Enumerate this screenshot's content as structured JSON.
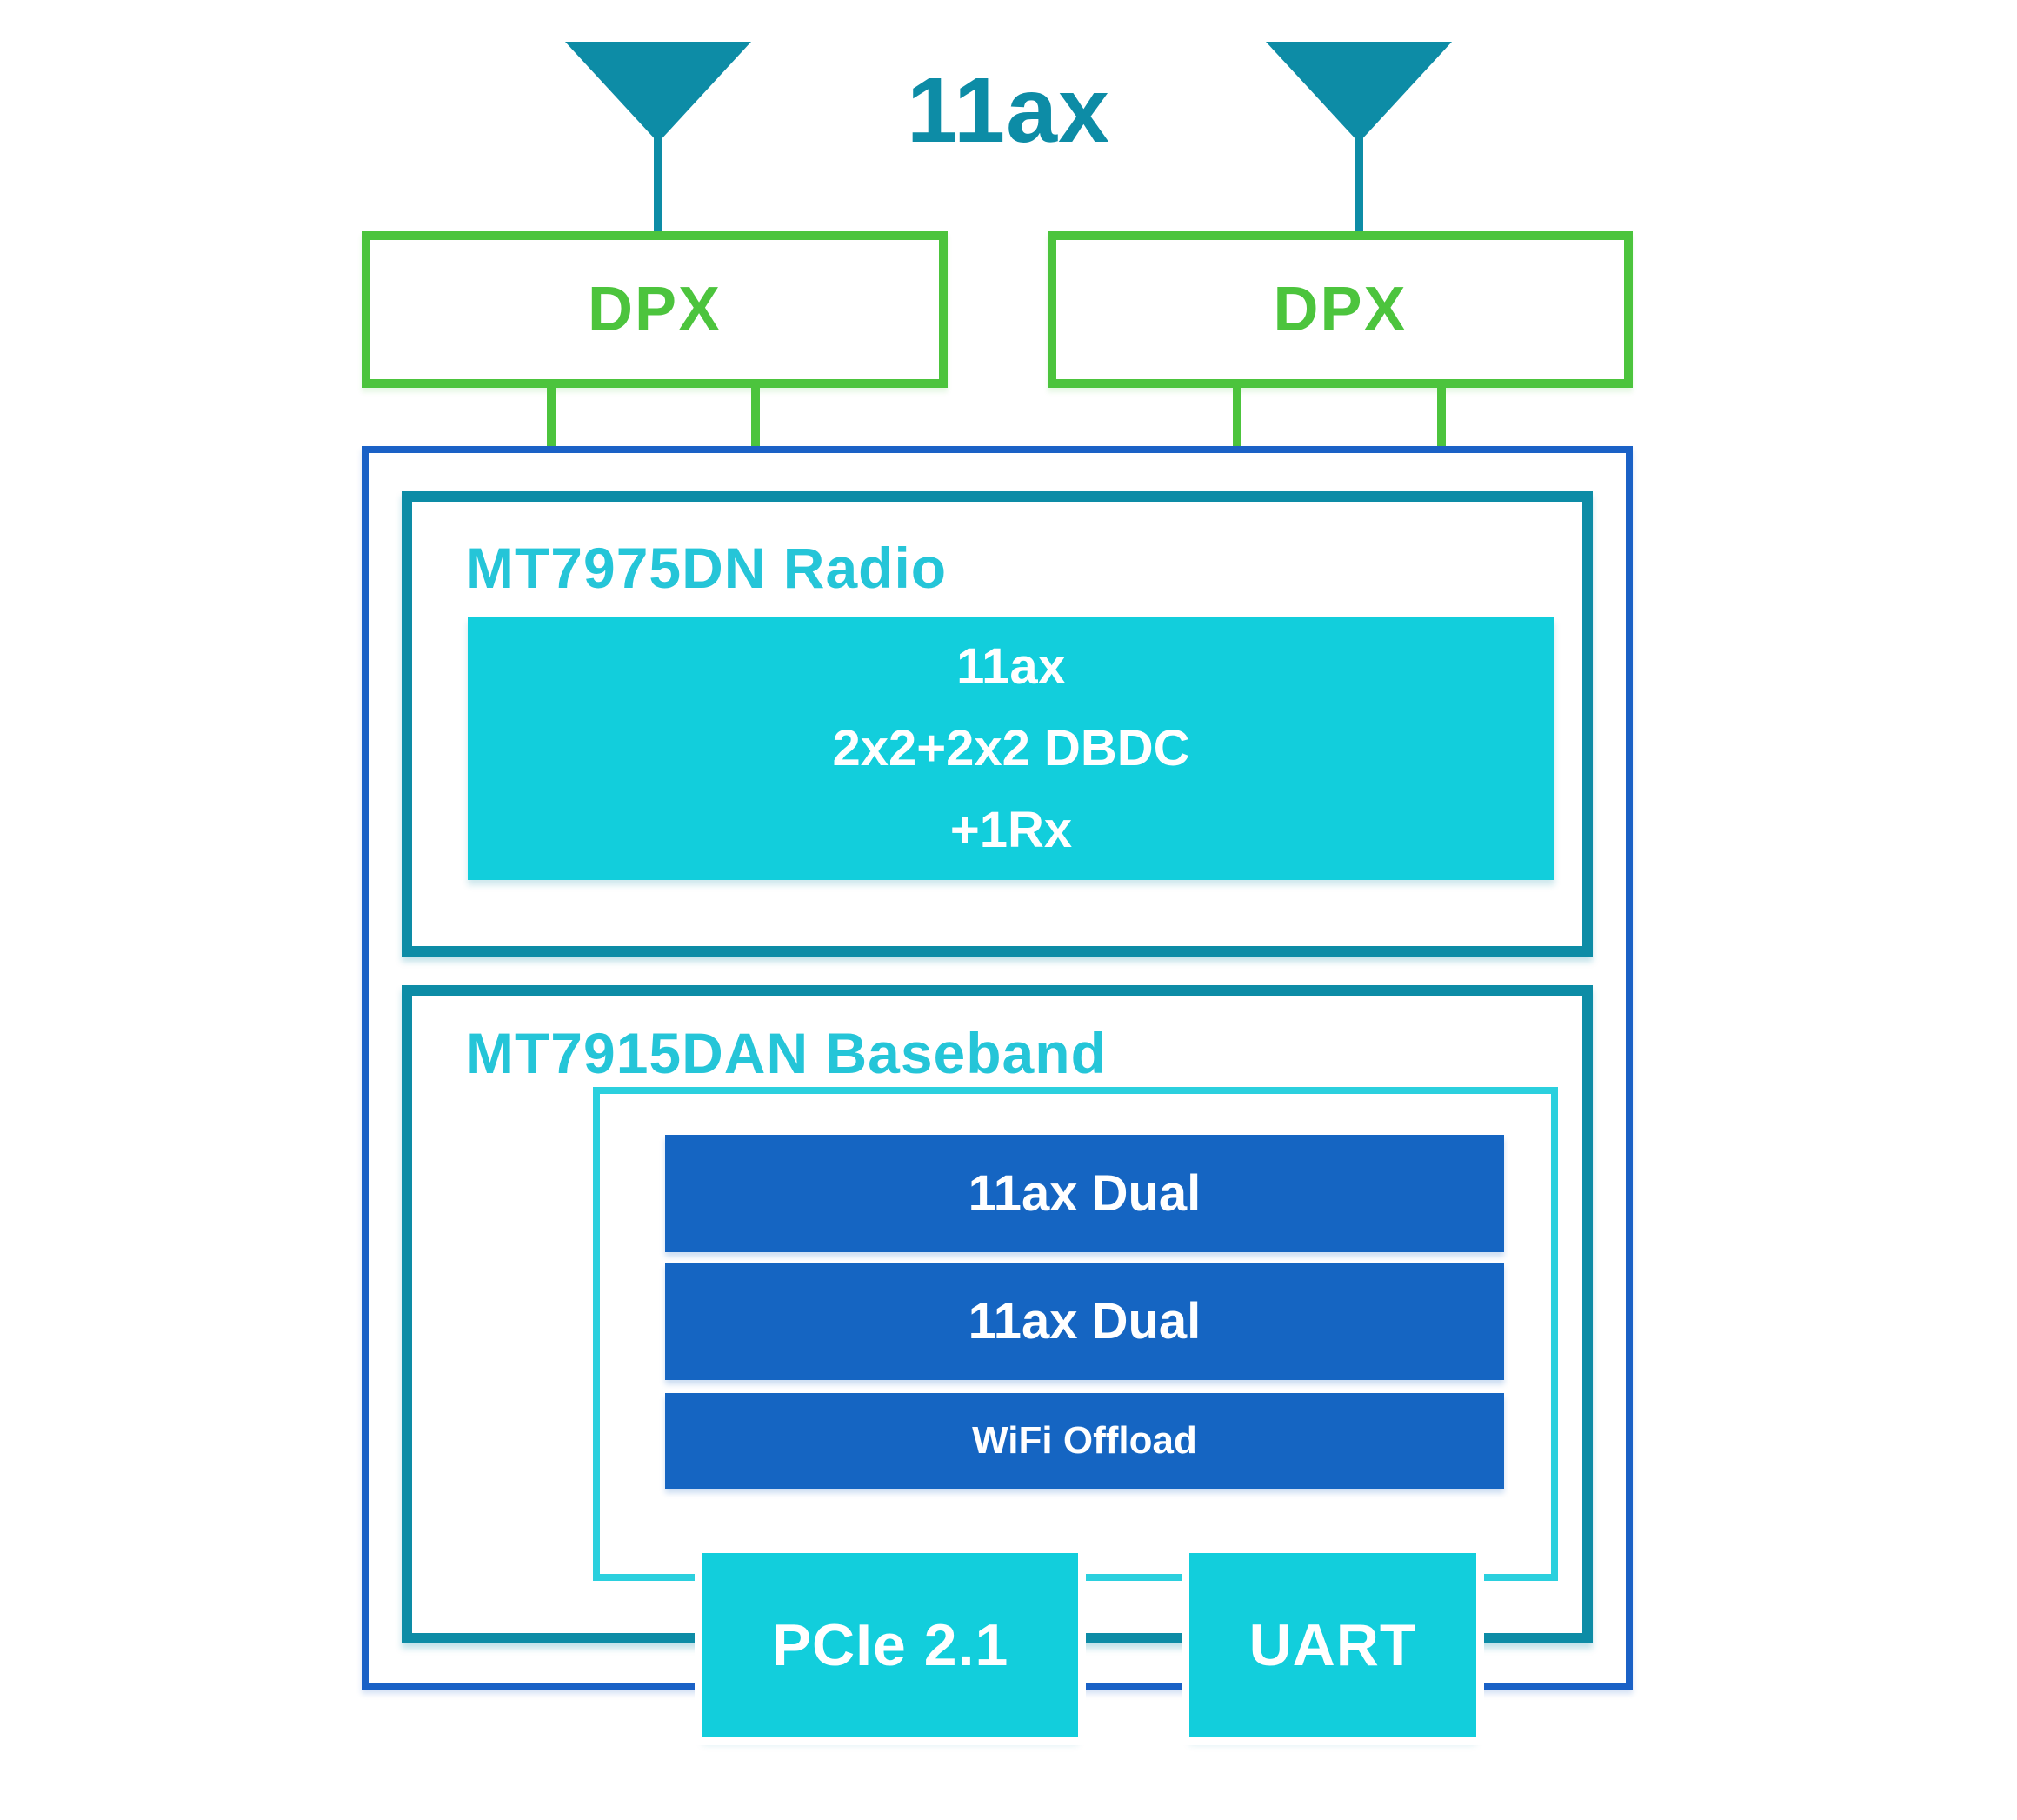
{
  "header": {
    "title": "11ax"
  },
  "icons": {
    "antenna": "triangle-with-stem"
  },
  "duplexers": [
    {
      "label": "DPX"
    },
    {
      "label": "DPX"
    }
  ],
  "radio": {
    "title": "MT7975DN Radio",
    "capabilities": [
      "11ax",
      "2x2+2x2 DBDC",
      "+1Rx"
    ]
  },
  "baseband": {
    "title": "MT7915DAN Baseband",
    "modules": [
      {
        "label": "11ax Dual"
      },
      {
        "label": "11ax Dual"
      },
      {
        "label": "WiFi Offload"
      }
    ]
  },
  "interfaces": [
    {
      "label": "PCIe 2.1"
    },
    {
      "label": "UART"
    }
  ],
  "colors": {
    "teal": "#0d8ca6",
    "green": "#4cc43d",
    "blue_border": "#1a61c6",
    "bar_blue": "#1565c2",
    "cyan_fill": "#12cedc",
    "cyan_text": "#25c5d8",
    "cyan_light_border": "#2bd0de",
    "white": "#ffffff"
  }
}
